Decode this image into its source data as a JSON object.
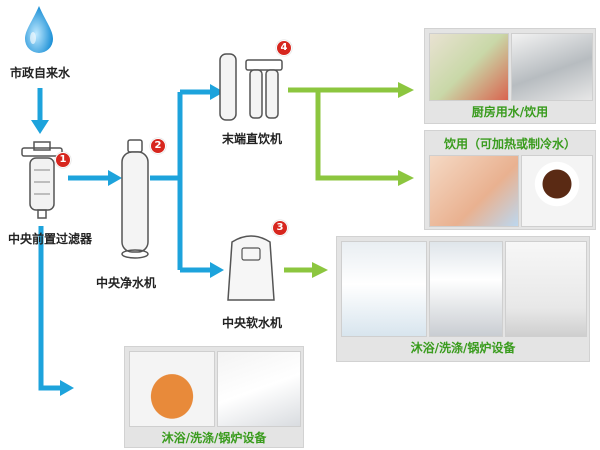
{
  "nodes": {
    "tap_water": "市政自来水",
    "pre_filter": "中央前置过滤器",
    "purifier": "中央净水机",
    "softener": "中央软水机",
    "dispenser": "末端直饮机"
  },
  "badges": {
    "pre_filter": "1",
    "purifier": "2",
    "softener": "3",
    "dispenser": "4"
  },
  "panels": {
    "kitchen": "厨房用水/饮用",
    "drinking": "饮用（可加热或制冷水）",
    "bath_top": "沐浴/洗涤/锅炉设备",
    "bath_bottom": "沐浴/洗涤/锅炉设备"
  },
  "colors": {
    "water_line": "#1da3dc",
    "output_line": "#8cc63f",
    "badge": "#d7261e",
    "caption": "#3a9c1e",
    "panel_bg": "#e4e4e4"
  }
}
